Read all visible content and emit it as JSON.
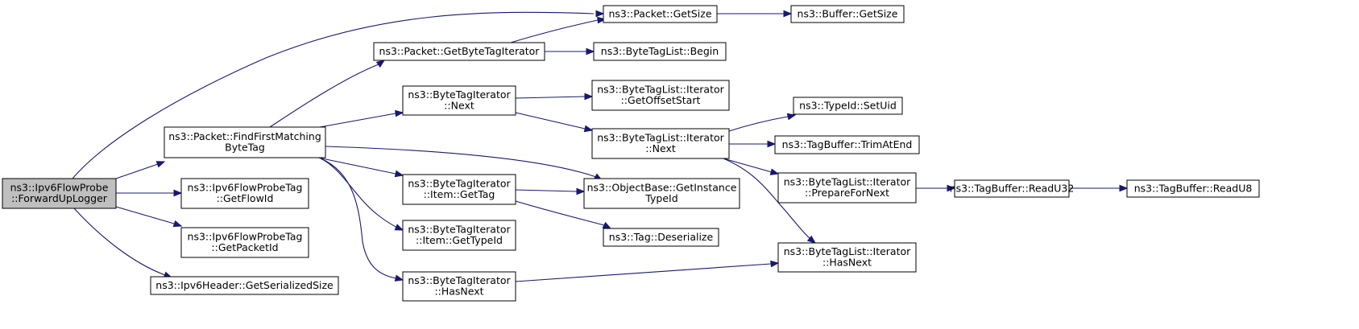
{
  "nodes": [
    {
      "id": "root",
      "lines": [
        "ns3::Ipv6FlowProbe",
        "::ForwardUpLogger"
      ],
      "root": true
    },
    {
      "id": "pkt_find",
      "lines": [
        "ns3::Packet::FindFirstMatching",
        "ByteTag"
      ]
    },
    {
      "id": "flowtag_getflowid",
      "lines": [
        "ns3::Ipv6FlowProbeTag",
        "::GetFlowId"
      ]
    },
    {
      "id": "flowtag_getpacketid",
      "lines": [
        "ns3::Ipv6FlowProbeTag",
        "::GetPacketId"
      ]
    },
    {
      "id": "ipv6hdr_getsize",
      "lines": [
        "ns3::Ipv6Header::GetSerializedSize"
      ]
    },
    {
      "id": "pkt_getsize",
      "lines": [
        "ns3::Packet::GetSize"
      ]
    },
    {
      "id": "pkt_getbytetagiter",
      "lines": [
        "ns3::Packet::GetByteTagIterator"
      ]
    },
    {
      "id": "bti_next",
      "lines": [
        "ns3::ByteTagIterator",
        "::Next"
      ]
    },
    {
      "id": "bti_item_gettag",
      "lines": [
        "ns3::ByteTagIterator",
        "::Item::GetTag"
      ]
    },
    {
      "id": "bti_item_gettypeid",
      "lines": [
        "ns3::ByteTagIterator",
        "::Item::GetTypeId"
      ]
    },
    {
      "id": "bti_hasnext",
      "lines": [
        "ns3::ByteTagIterator",
        "::HasNext"
      ]
    },
    {
      "id": "buf_getsize",
      "lines": [
        "ns3::Buffer::GetSize"
      ]
    },
    {
      "id": "btl_begin",
      "lines": [
        "ns3::ByteTagList::Begin"
      ]
    },
    {
      "id": "btli_getoffsetstart",
      "lines": [
        "ns3::ByteTagList::Iterator",
        "::GetOffsetStart"
      ]
    },
    {
      "id": "btli_next",
      "lines": [
        "ns3::ByteTagList::Iterator",
        "::Next"
      ]
    },
    {
      "id": "objbase_getinstance",
      "lines": [
        "ns3::ObjectBase::GetInstance",
        "TypeId"
      ]
    },
    {
      "id": "tag_deserialize",
      "lines": [
        "ns3::Tag::Deserialize"
      ]
    },
    {
      "id": "typeid_setuid",
      "lines": [
        "ns3::TypeId::SetUid"
      ]
    },
    {
      "id": "tagbuf_trimatend",
      "lines": [
        "ns3::TagBuffer::TrimAtEnd"
      ]
    },
    {
      "id": "btli_preparefornext",
      "lines": [
        "ns3::ByteTagList::Iterator",
        "::PrepareForNext"
      ]
    },
    {
      "id": "btli_hasnext",
      "lines": [
        "ns3::ByteTagList::Iterator",
        "::HasNext"
      ]
    },
    {
      "id": "tagbuf_readu32",
      "lines": [
        "ns3::TagBuffer::ReadU32"
      ]
    },
    {
      "id": "tagbuf_readu8",
      "lines": [
        "ns3::TagBuffer::ReadU8"
      ]
    }
  ],
  "edges": [
    {
      "from": "root",
      "to": "pkt_getsize"
    },
    {
      "from": "root",
      "to": "pkt_find"
    },
    {
      "from": "root",
      "to": "flowtag_getflowid"
    },
    {
      "from": "root",
      "to": "flowtag_getpacketid"
    },
    {
      "from": "root",
      "to": "ipv6hdr_getsize"
    },
    {
      "from": "pkt_find",
      "to": "pkt_getbytetagiter"
    },
    {
      "from": "pkt_find",
      "to": "bti_next"
    },
    {
      "from": "pkt_find",
      "to": "objbase_getinstance"
    },
    {
      "from": "pkt_find",
      "to": "bti_item_gettag"
    },
    {
      "from": "pkt_find",
      "to": "bti_item_gettypeid"
    },
    {
      "from": "pkt_find",
      "to": "bti_hasnext"
    },
    {
      "from": "pkt_getsize",
      "to": "buf_getsize"
    },
    {
      "from": "pkt_getbytetagiter",
      "to": "pkt_getsize"
    },
    {
      "from": "pkt_getbytetagiter",
      "to": "btl_begin"
    },
    {
      "from": "bti_next",
      "to": "btli_getoffsetstart"
    },
    {
      "from": "bti_next",
      "to": "btli_next"
    },
    {
      "from": "bti_item_gettag",
      "to": "objbase_getinstance"
    },
    {
      "from": "bti_item_gettag",
      "to": "tag_deserialize"
    },
    {
      "from": "bti_hasnext",
      "to": "btli_hasnext"
    },
    {
      "from": "btli_next",
      "to": "typeid_setuid"
    },
    {
      "from": "btli_next",
      "to": "tagbuf_trimatend"
    },
    {
      "from": "btli_next",
      "to": "btli_preparefornext"
    },
    {
      "from": "btli_next",
      "to": "btli_hasnext"
    },
    {
      "from": "btli_preparefornext",
      "to": "tagbuf_readu32"
    },
    {
      "from": "tagbuf_readu32",
      "to": "tagbuf_readu8"
    }
  ]
}
